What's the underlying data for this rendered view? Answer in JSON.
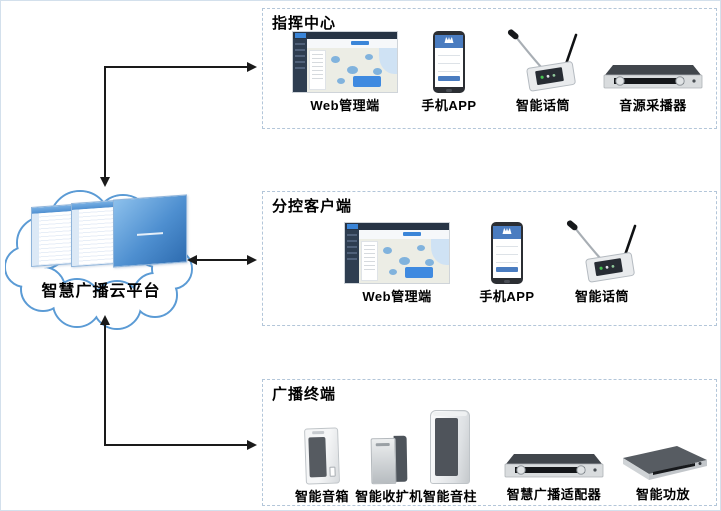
{
  "cloud": {
    "label": "智慧广播云平台"
  },
  "groups": [
    {
      "title": "指挥中心",
      "items": [
        {
          "label": "Web管理端"
        },
        {
          "label": "手机APP"
        },
        {
          "label": "智能话筒"
        },
        {
          "label": "音源采播器"
        }
      ]
    },
    {
      "title": "分控客户端",
      "items": [
        {
          "label": "Web管理端"
        },
        {
          "label": "手机APP"
        },
        {
          "label": "智能话筒"
        }
      ]
    },
    {
      "title": "广播终端",
      "items": [
        {
          "label": "智能音箱"
        },
        {
          "label": "智能收扩机"
        },
        {
          "label": "智能音柱"
        },
        {
          "label": "智慧广播适配器"
        },
        {
          "label": "智能功放"
        }
      ]
    }
  ],
  "colors": {
    "box_border": "#b3c6d9",
    "cloud_outline": "#5b9bd5",
    "arrow": "#1a1a1a",
    "accent_blue": "#3f8ae0"
  }
}
